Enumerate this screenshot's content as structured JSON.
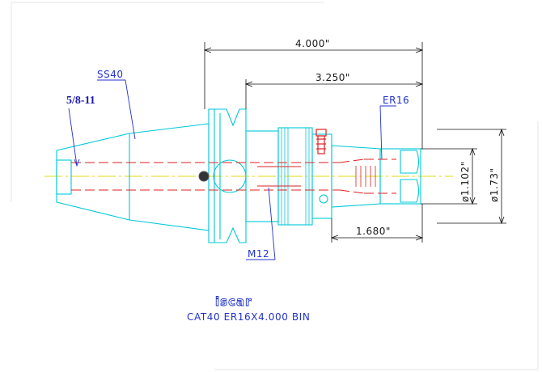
{
  "dimensions": {
    "overall_length": "4.000\"",
    "gauge_length": "3.250\"",
    "nut_length": "1.680\"",
    "bore_diameter": "ø1.102\"",
    "nut_diameter": "ø1.73\""
  },
  "labels": {
    "taper": "SS40",
    "thread": "5/8-11",
    "collet": "ER16",
    "screw": "M12"
  },
  "brand": "iscar",
  "part_description": "CAT40 ER16X4.000 BIN",
  "colors": {
    "body": "#00c8d8",
    "hidden": "#e02020",
    "dimension": "#111111",
    "label": "#2233cc",
    "centerline": "#e8e040"
  }
}
